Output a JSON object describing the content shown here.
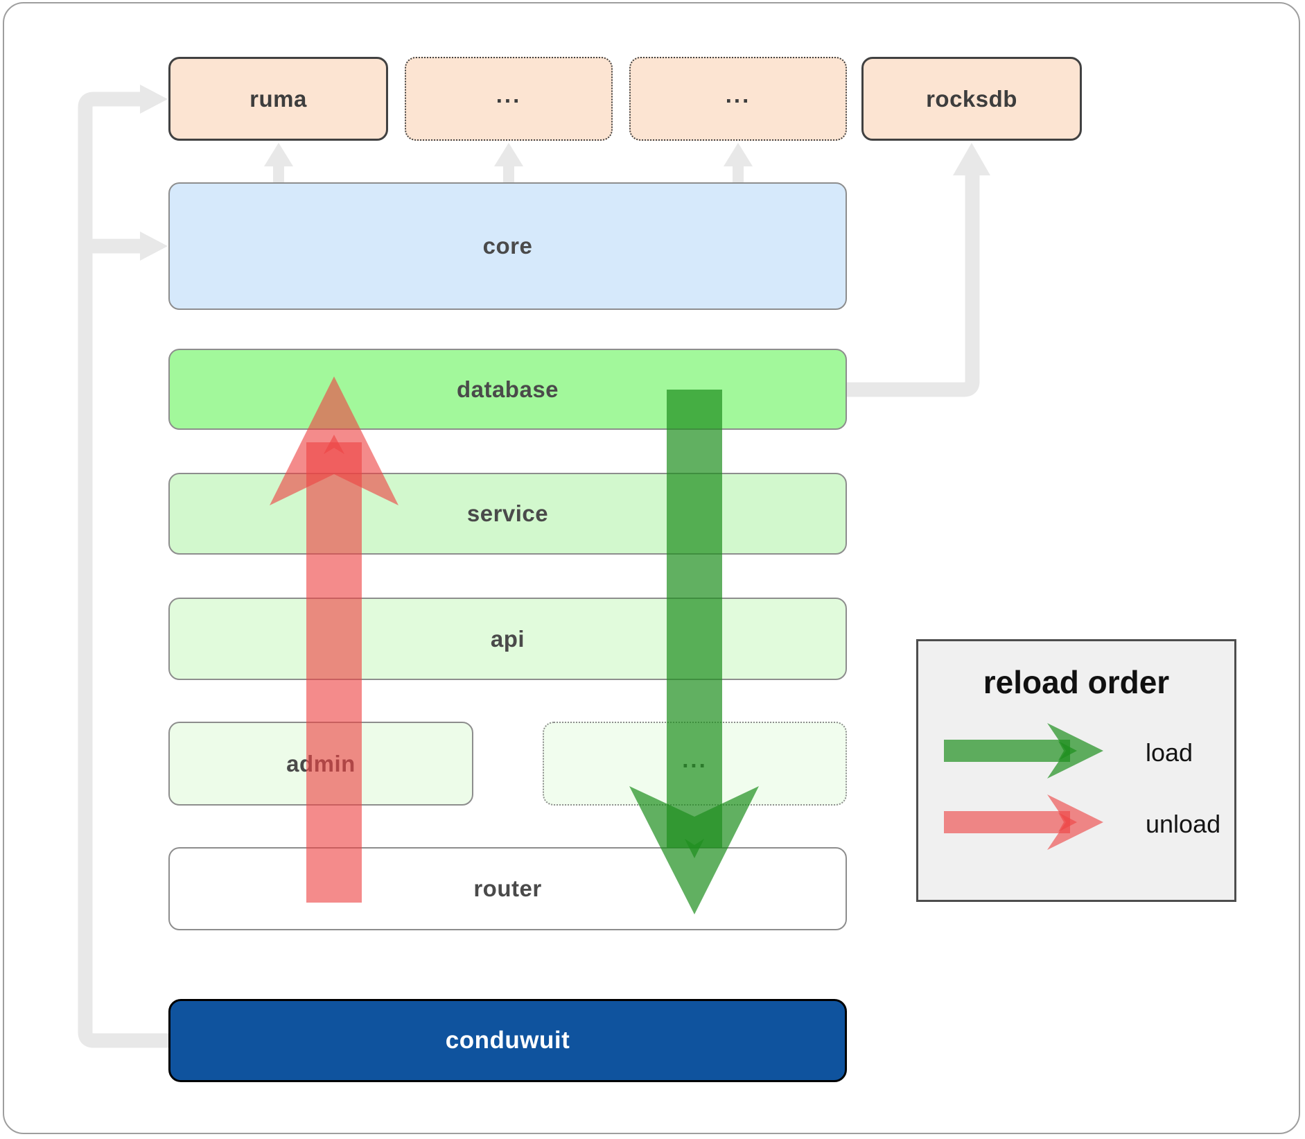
{
  "diagram": {
    "nodes": {
      "ruma": "ruma",
      "ellipsis_top_1": "...",
      "ellipsis_top_2": "...",
      "rocksdb": "rocksdb",
      "core": "core",
      "database": "database",
      "service": "service",
      "api": "api",
      "admin": "admin",
      "ellipsis_mid": "...",
      "router": "router",
      "conduwuit": "conduwuit"
    },
    "legend": {
      "title": "reload order",
      "items": [
        {
          "label": "load",
          "color": "#1e8e1e"
        },
        {
          "label": "unload",
          "color": "#ee4343"
        }
      ]
    },
    "colors": {
      "top_row_fill": "#fce4d2",
      "core_fill": "#d6e9fb",
      "database_fill": "#a2f89b",
      "service_fill": "#d2f8cd",
      "api_fill": "#e1fbdc",
      "admin_fill": "#edfce9",
      "ellipsis_mid_fill": "#f1fdee",
      "router_fill": "#ffffff",
      "conduwuit_fill": "#0f539e",
      "conduwuit_text": "#ffffff",
      "load_arrow": "#1e8e1e",
      "unload_arrow": "#ee4343",
      "connector": "#e8e8e8",
      "legend_background": "#f0f0f0"
    }
  }
}
